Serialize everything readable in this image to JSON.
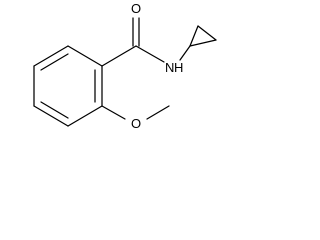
{
  "molecule": {
    "atoms": {
      "carbonyl_oxygen": "O",
      "amide_nitrogen": "N",
      "amide_hydrogen": "H",
      "methoxy_oxygen": "O"
    }
  }
}
